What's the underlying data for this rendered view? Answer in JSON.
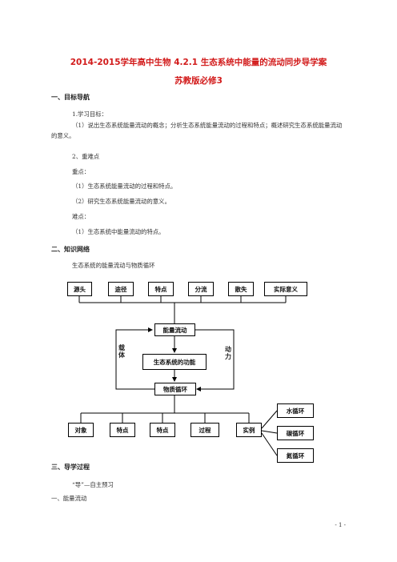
{
  "title": {
    "line1": "2014-2015学年高中生物 4.2.1 生态系统中能量的流动同步导学案",
    "line2": "苏教版必修3"
  },
  "section1": {
    "heading": "一、目标导航",
    "item1_label": "1.学习目标：",
    "item1_text": "（1）说出生态系统能量流动的概念；分析生态系统能量流动的过程和特点；概述研究生态系统能量流动的意义。",
    "item2_label": "2、重难点",
    "zhongdian": "重点：",
    "zd1": "（1）生态系统能量流动的过程和特点。",
    "zd2": "（2）研究生态系统能量流动的意义。",
    "nandian": "难点：",
    "nd1": "（1）生态系统中能量流动的特点。"
  },
  "section2": {
    "heading": "二、知识网络",
    "subtitle": "生态系统的能量流动与物质循环"
  },
  "diagram": {
    "top_boxes": [
      "源头",
      "途径",
      "特点",
      "分流",
      "散失",
      "实际意义"
    ],
    "energy_flow": "能量流动",
    "center": "生态系统的功能",
    "material_cycle": "物质循环",
    "left_label": "载体",
    "right_label": "动力",
    "bottom_boxes": [
      "对象",
      "特点",
      "特点",
      "过程",
      "实例"
    ],
    "examples": [
      "水循环",
      "碳循环",
      "氮循环"
    ]
  },
  "section3": {
    "heading": "三、导学过程",
    "sub": "“导”—自主预习",
    "item1": "一、能量流动"
  },
  "page_number": "- 1 -"
}
